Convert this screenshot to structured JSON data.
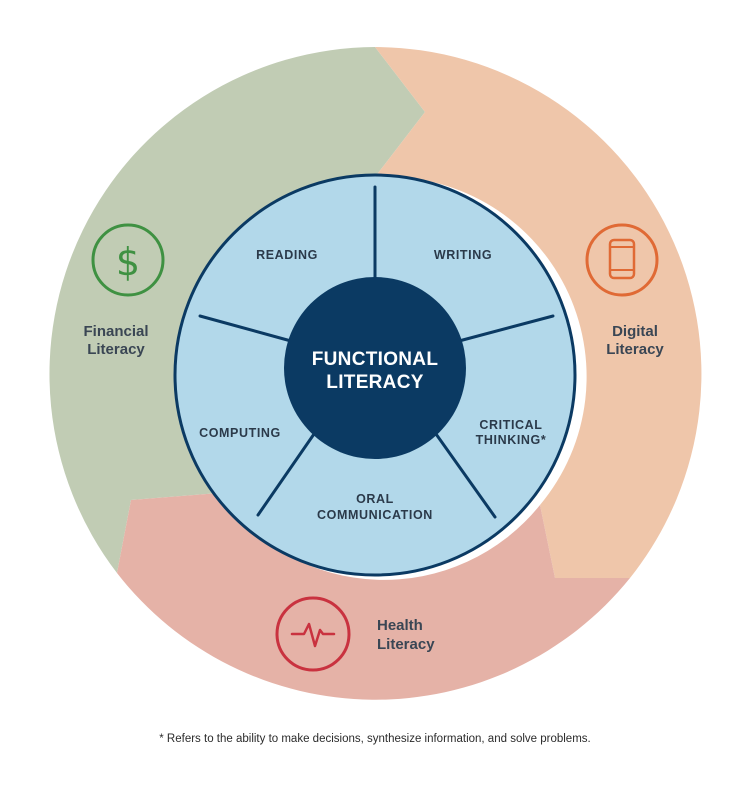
{
  "diagram": {
    "center": {
      "line1": "FUNCTIONAL",
      "line2": "LITERACY"
    },
    "skills": {
      "reading": "READING",
      "writing": "WRITING",
      "critical_1": "CRITICAL",
      "critical_2": "THINKING*",
      "oral_1": "ORAL",
      "oral_2": "COMMUNICATION",
      "computing": "COMPUTING"
    },
    "outer": {
      "financial": {
        "line1": "Financial",
        "line2": "Literacy",
        "icon": "dollar-icon",
        "color": "#3f9142",
        "fill": "#c1ccb4"
      },
      "digital": {
        "line1": "Digital",
        "line2": "Literacy",
        "icon": "phone-icon",
        "color": "#e06a35",
        "fill": "#efc6aa"
      },
      "health": {
        "line1": "Health",
        "line2": "Literacy",
        "icon": "heartbeat-icon",
        "color": "#c9323f",
        "fill": "#e5b2a7"
      }
    },
    "colors": {
      "ring": "#b2d8ea",
      "navy": "#0b3a63"
    }
  },
  "footnote": "* Refers to the ability to make decisions, synthesize information, and solve problems."
}
